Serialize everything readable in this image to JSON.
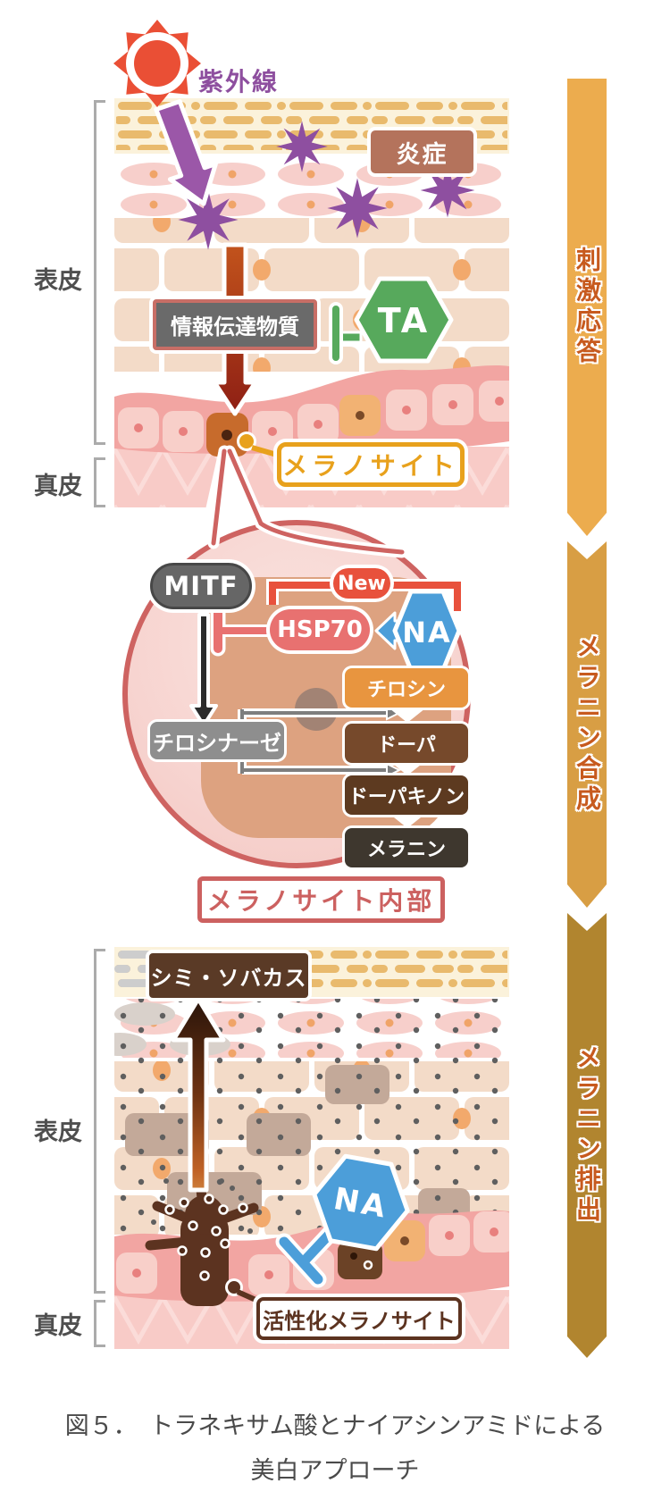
{
  "top": {
    "uv_label": "紫外線",
    "inflammation": "炎症",
    "signal_box": "情報伝達物質",
    "ta": "TA",
    "melanocyte": "メラノサイト",
    "epidermis": "表皮",
    "dermis": "真皮"
  },
  "middle": {
    "mitf": "MITF",
    "new_badge": "New",
    "hsp70": "HSP70",
    "na": "NA",
    "tyrosinase": "チロシナーゼ",
    "chain": [
      "チロシン",
      "ドーパ",
      "ドーパキノン",
      "メラニン"
    ],
    "inside_label": "メラノサイト内部"
  },
  "bottom": {
    "spots": "シミ・ソバカス",
    "na": "NA",
    "activated": "活性化メラノサイト",
    "epidermis": "表皮",
    "dermis": "真皮"
  },
  "sidebar": {
    "segments": [
      {
        "label": "刺激応答",
        "color": "#ECAC4E"
      },
      {
        "label": "メラニン合成",
        "color": "#D89E44"
      },
      {
        "label": "メラニン排出",
        "color": "#B1852F"
      }
    ]
  },
  "caption": {
    "line1": "図５．　トラネキサム酸とナイアシンアミドによる",
    "line2": "美白アプローチ"
  },
  "colors": {
    "uv_purple": "#8E4F9F",
    "ta_green": "#57A95C",
    "na_blue": "#4C9ED9",
    "new_red": "#E8513C",
    "circle_pink": "#CE6361",
    "melanocyte_orange": "#C76B2C",
    "activated_brown": "#5C3320",
    "gold_label": "#E8A11C"
  }
}
